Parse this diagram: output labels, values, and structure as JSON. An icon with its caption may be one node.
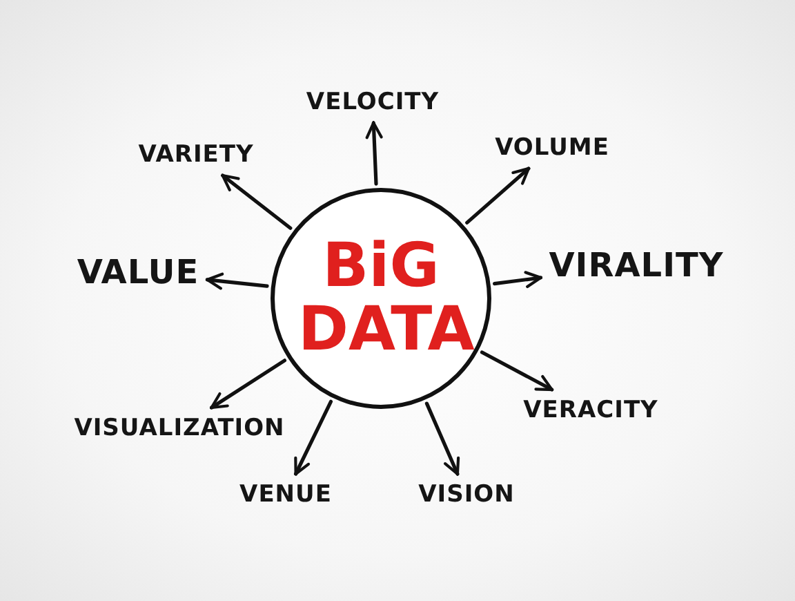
{
  "diagram": {
    "nodes": [
      {
        "text": [
          "BiG DATA"
        ]
      },
      {
        "text": [
          "VELOCITY"
        ]
      },
      {
        "text": [
          "VARIETY"
        ]
      },
      {
        "text": [
          "VOLUME"
        ]
      },
      {
        "text": [
          "VALUE"
        ]
      },
      {
        "text": [
          "VIRALITY"
        ]
      },
      {
        "text": [
          "VERACITY"
        ]
      },
      {
        "text": [
          "VISUALIZATION"
        ]
      },
      {
        "text": [
          "VENUE"
        ]
      },
      {
        "text": [
          "VISION"
        ]
      }
    ],
    "edges": [
      {
        "from": 0,
        "to": 1,
        "arrow": "to"
      },
      {
        "from": 0,
        "to": 2,
        "arrow": "to"
      },
      {
        "from": 0,
        "to": 3,
        "arrow": "to"
      },
      {
        "from": 0,
        "to": 4,
        "arrow": "to"
      },
      {
        "from": 0,
        "to": 5,
        "arrow": "to"
      },
      {
        "from": 0,
        "to": 6,
        "arrow": "to"
      },
      {
        "from": 0,
        "to": 7,
        "arrow": "to"
      },
      {
        "from": 0,
        "to": 8,
        "arrow": "to"
      },
      {
        "from": 0,
        "to": 9,
        "arrow": "to"
      }
    ]
  }
}
